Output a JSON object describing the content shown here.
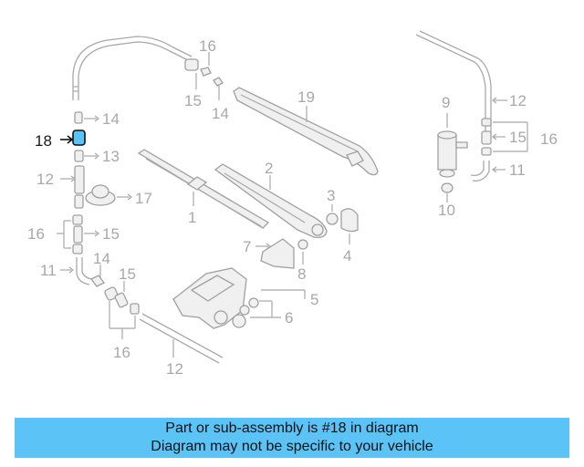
{
  "highlight_color": "#5bc3f5",
  "highlighted_part": "18",
  "callouts": {
    "c16a": "16",
    "c15a": "15",
    "c14a": "14",
    "c19": "19",
    "c14b": "14",
    "c18": "18",
    "c13": "13",
    "c12a": "12",
    "c17": "17",
    "c1": "1",
    "c2": "2",
    "c3": "3",
    "c4": "4",
    "c7": "7",
    "c8": "8",
    "c16b": "16",
    "c15b": "15",
    "c11a": "11",
    "c14c": "14",
    "c15c": "15",
    "c5": "5",
    "c6": "6",
    "c16c": "16",
    "c12b": "12",
    "c9": "9",
    "c12c": "12",
    "c15d": "15",
    "c16d": "16",
    "c11b": "11",
    "c10": "10"
  },
  "banner": {
    "line1": "Part or sub-assembly is #18 in diagram",
    "line2": "Diagram may not be specific to your vehicle"
  }
}
